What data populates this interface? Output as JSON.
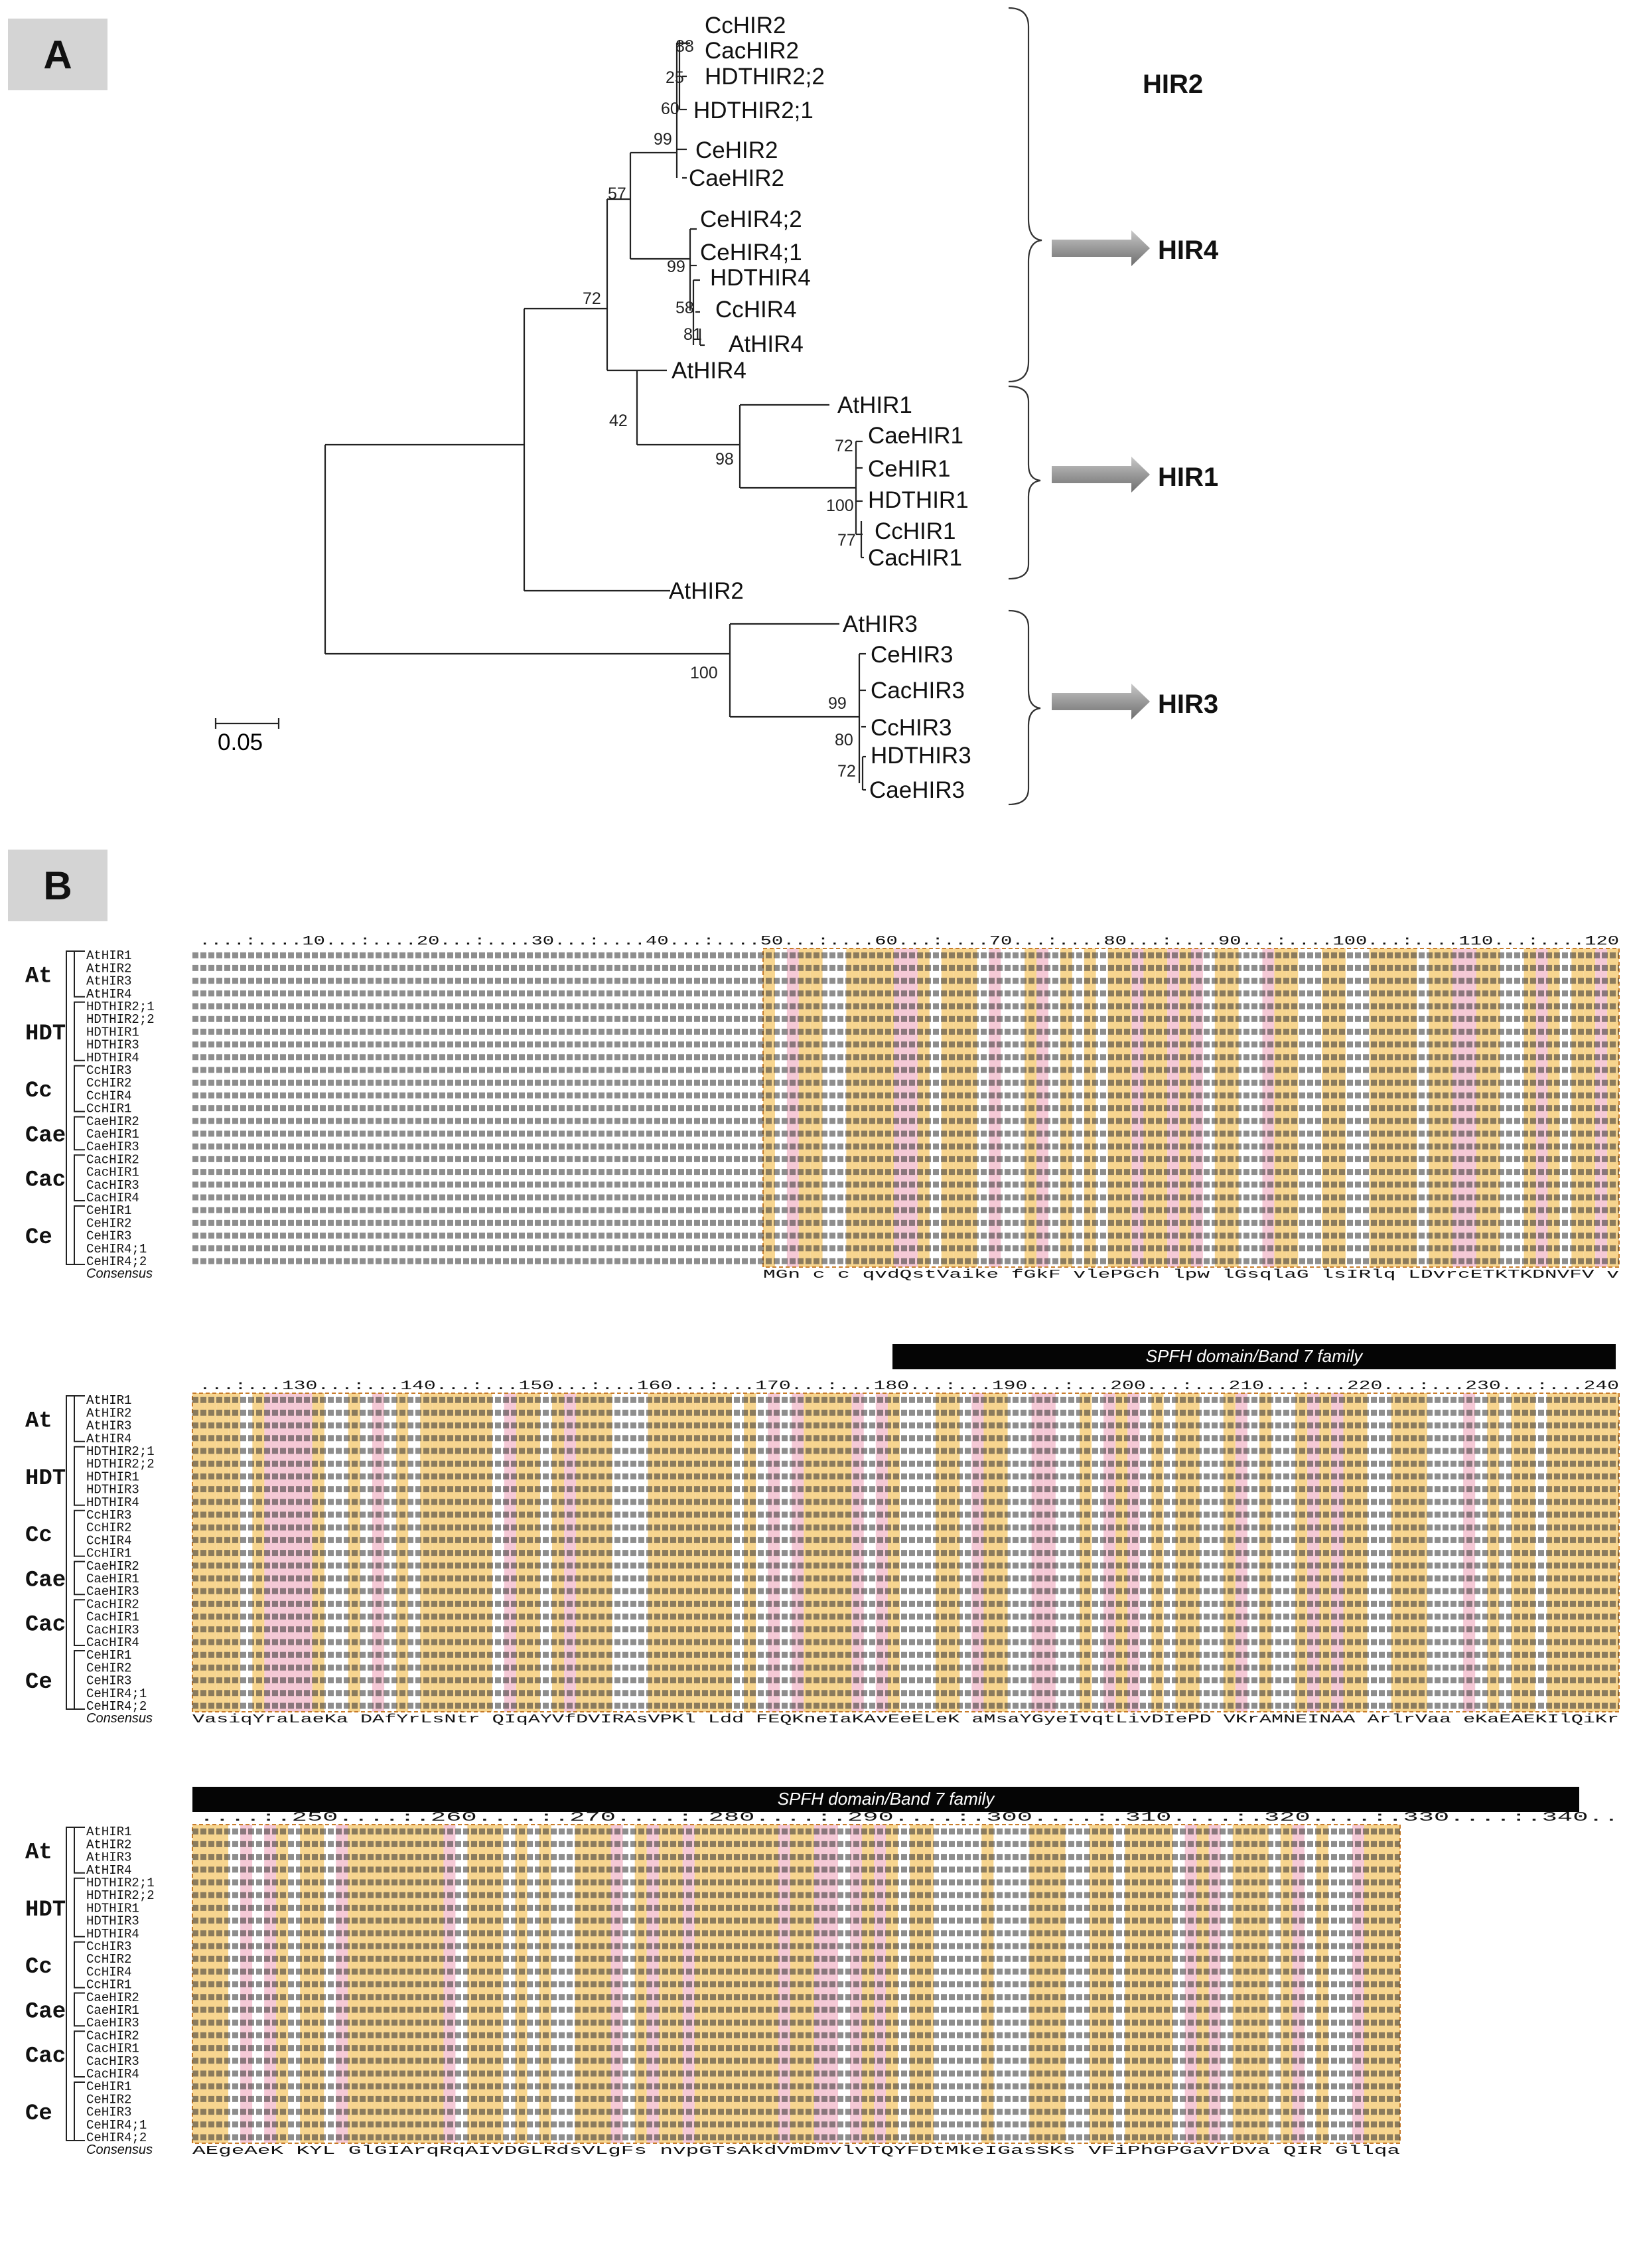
{
  "panels": {
    "a_label": "A",
    "b_label": "B"
  },
  "tree": {
    "leaves": {
      "cc_hir2": "CcHIR2",
      "cac_hir2": "CacHIR2",
      "hdt_hir2_2": "HDTHIR2;2",
      "hdt_hir2_1": "HDTHIR2;1",
      "ce_hir2": "CeHIR2",
      "cae_hir2": "CaeHIR2",
      "ce_hir4_2": "CeHIR4;2",
      "ce_hir4_1": "CeHIR4;1",
      "hdt_hir4": "HDTHIR4",
      "cc_hir4": "CcHIR4",
      "at_hir4": "AtHIR4",
      "at_hir4_b": "AtHIR4",
      "at_hir1": "AtHIR1",
      "cae_hir1": "CaeHIR1",
      "ce_hir1": "CeHIR1",
      "hdt_hir1": "HDTHIR1",
      "cc_hir1": "CcHIR1",
      "cac_hir1": "CacHIR1",
      "at_hir2": "AtHIR2",
      "at_hir3": "AtHIR3",
      "ce_hir3": "CeHIR3",
      "cac_hir3": "CacHIR3",
      "cc_hir3": "CcHIR3",
      "hdt_hir3": "HDTHIR3",
      "cae_hir3": "CaeHIR3"
    },
    "bootstrap": {
      "b88": "88",
      "b25": "25",
      "b60": "60",
      "b99a": "99",
      "b57": "57",
      "b99b": "99",
      "b58": "58",
      "b81": "81",
      "b72a": "72",
      "b42": "42",
      "b98": "98",
      "b72b": "72",
      "b100a": "100",
      "b77": "77",
      "b100b": "100",
      "b99c": "99",
      "b80": "80",
      "b72c": "72"
    },
    "scale_bar": "0.05",
    "clades": {
      "hir2": "HIR2",
      "hir4": "HIR4",
      "hir1": "HIR1",
      "hir3": "HIR3"
    }
  },
  "alignment": {
    "sequence_names": [
      "AtHIR1",
      "AtHIR2",
      "AtHIR3",
      "AtHIR4",
      "HDTHIR2;1",
      "HDTHIR2;2",
      "HDTHIR1",
      "HDTHIR3",
      "HDTHIR4",
      "CcHIR3",
      "CcHIR2",
      "CcHIR4",
      "CcHIR1",
      "CaeHIR2",
      "CaeHIR1",
      "CaeHIR3",
      "CacHIR2",
      "CacHIR1",
      "CacHIR3",
      "CacHIR4",
      "CeHIR1",
      "CeHIR2",
      "CeHIR3",
      "CeHIR4;1",
      "CeHIR4;2"
    ],
    "consensus_label": "Consensus",
    "groups": {
      "at": "At",
      "hdt": "HDT",
      "cc": "Cc",
      "cae": "Cae",
      "cac": "Cac",
      "ce": "Ce"
    },
    "domain_label": "SPFH domain/Band 7 family",
    "block1": {
      "ruler": "....:....10...:....20...:....30...:....40...:....50...:....60...:....70...:....80...:....90...:....100...:....110...:....120",
      "consensus": "MGn  c  c qvdQstVaike fGkF  vlePGch lpw lGsqlaG lsIRlq LDvrcETKTKDNVFV v"
    },
    "block2": {
      "ruler": "...:...130...:...140...:...150...:...160...:...170...:...180...:...190...:...200...:...210...:...220...:...230...:...240",
      "consensus": "VasiqYraLaeKa DAfYrLsNtr QIqAYVfDVIRAsVPKl Ldd FEQKneIaKAvEeELeK aMsaYGyeIvqtLivDIePD VKrAMNEINAA ArlrVaa eKaEAEKIlQiKr"
    },
    "block3": {
      "ruler": "....:.250....:.260....:.270....:.280....:.290....:.300....:.310....:.320....:.330....:.340..",
      "consensus": "AEgeAeK KYL GlGIArqRqAIvDGLRdsVLgFs nvpGTsAkdVmDmvlvTQYFDtMkeIGasSKs VFiPhGPGaVrDva QIR Gllqa"
    }
  }
}
